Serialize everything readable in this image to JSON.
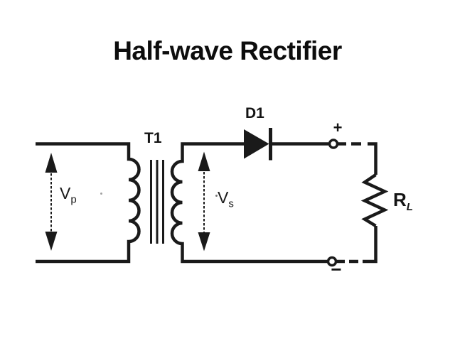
{
  "slide": {
    "title": "Half-wave Rectifier"
  },
  "circuit": {
    "transformer_label": "T1",
    "diode_label": "D1",
    "primary_voltage": {
      "main": "V",
      "sub": "p"
    },
    "secondary_voltage": {
      "main": "V",
      "sub": "s"
    },
    "load_resistor": {
      "main": "R",
      "sub": "L"
    },
    "positive_terminal": "+",
    "negative_terminal": "−"
  },
  "colors": {
    "ink": "#1a1a1a",
    "background": "#ffffff"
  }
}
